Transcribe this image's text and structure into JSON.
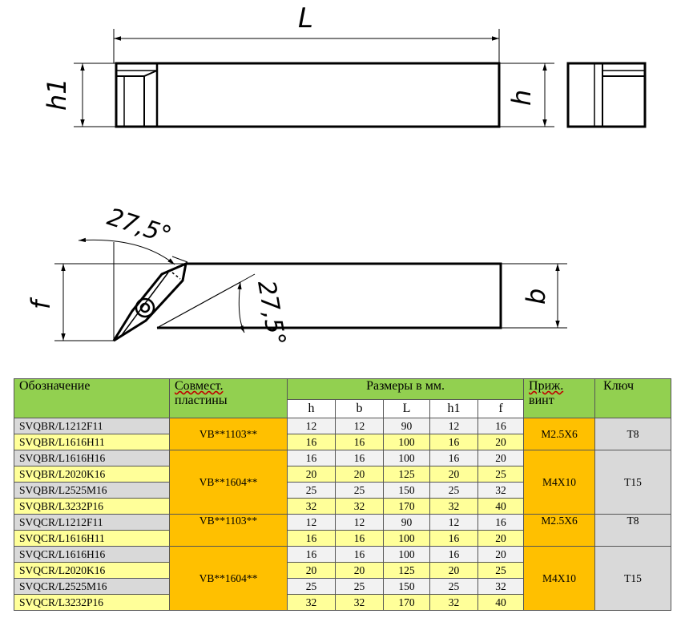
{
  "drawing": {
    "labels": {
      "L": "L",
      "h1": "h1",
      "h": "h",
      "f": "f",
      "b": "b",
      "angle_top": "27,5°",
      "angle_side": "27,5°"
    }
  },
  "table": {
    "headers": {
      "designation": "Обозначение",
      "compatible_line1": "Совмест.",
      "compatible_line2": "пластины",
      "dimensions": "Размеры в мм.",
      "screw_line1": "Приж.",
      "screw_line2": "винт",
      "key": "Ключ"
    },
    "sub_headers": [
      "h",
      "b",
      "L",
      "h1",
      "f"
    ],
    "rows": [
      {
        "designation": "SVQBR/L1212F11",
        "h": "12",
        "b": "12",
        "L": "90",
        "h1": "12",
        "f": "16"
      },
      {
        "designation": "SVQBR/L1616H11",
        "h": "16",
        "b": "16",
        "L": "100",
        "h1": "16",
        "f": "20"
      },
      {
        "designation": "SVQBR/L1616H16",
        "h": "16",
        "b": "16",
        "L": "100",
        "h1": "16",
        "f": "20"
      },
      {
        "designation": "SVQBR/L2020K16",
        "h": "20",
        "b": "20",
        "L": "125",
        "h1": "20",
        "f": "25"
      },
      {
        "designation": "SVQBR/L2525M16",
        "h": "25",
        "b": "25",
        "L": "150",
        "h1": "25",
        "f": "32"
      },
      {
        "designation": "SVQBR/L3232P16",
        "h": "32",
        "b": "32",
        "L": "170",
        "h1": "32",
        "f": "40"
      },
      {
        "designation": "SVQCR/L1212F11",
        "h": "12",
        "b": "12",
        "L": "90",
        "h1": "12",
        "f": "16"
      },
      {
        "designation": "SVQCR/L1616H11",
        "h": "16",
        "b": "16",
        "L": "100",
        "h1": "16",
        "f": "20"
      },
      {
        "designation": "SVQCR/L1616H16",
        "h": "16",
        "b": "16",
        "L": "100",
        "h1": "16",
        "f": "20"
      },
      {
        "designation": "SVQCR/L2020K16",
        "h": "20",
        "b": "20",
        "L": "125",
        "h1": "20",
        "f": "25"
      },
      {
        "designation": "SVQCR/L2525M16",
        "h": "25",
        "b": "25",
        "L": "150",
        "h1": "25",
        "f": "32"
      },
      {
        "designation": "SVQCR/L3232P16",
        "h": "32",
        "b": "32",
        "L": "170",
        "h1": "32",
        "f": "40"
      }
    ],
    "groups": [
      {
        "plate": "VB**1103**",
        "screw": "M2.5X6",
        "key": "T8"
      },
      {
        "plate": "VB**1604**",
        "screw": "M4X10",
        "key": "T15"
      },
      {
        "plate": "VB**1103**",
        "screw": "M2.5X6",
        "key": "T8"
      },
      {
        "plate": "VB**1604**",
        "screw": "M4X10",
        "key": "T15"
      }
    ]
  },
  "colors": {
    "header_green": "#92d050",
    "row_grey": "#d9d9d9",
    "row_yellow": "#ffff99",
    "plate_orange": "#ffc000"
  }
}
